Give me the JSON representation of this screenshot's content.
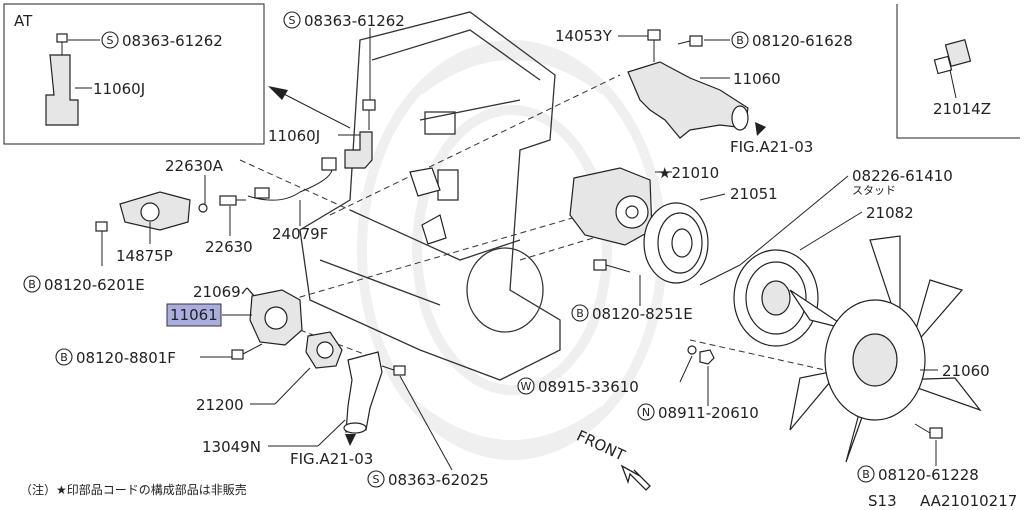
{
  "inset_left": {
    "title": "AT",
    "bolt_label": "08363-61262",
    "bolt_prefix": "S",
    "bracket_label": "11060J"
  },
  "inset_right": {
    "sensor_label": "21014Z"
  },
  "labels": {
    "top_bolt": "08363-61262",
    "top_bolt_prefix": "S",
    "bracket": "11060J",
    "p14053y": "14053Y",
    "top_right_bolt": "08120-61628",
    "top_right_bolt_prefix": "B",
    "water_outlet": "11060",
    "fig_ref_top": "FIG.A21-03",
    "p22630a": "22630A",
    "p22630": "22630",
    "harness": "24079F",
    "p14875p": "14875P",
    "bolt_6201e": "08120-6201E",
    "bolt_6201e_prefix": "B",
    "pump_star": "★21010",
    "pulley": "21051",
    "stud": "08226-61410",
    "stud_jp": "スタッド",
    "fan_clutch": "21082",
    "p21069": "21069へ",
    "highlight_part": "11061",
    "bolt_8801f": "08120-8801F",
    "bolt_8801f_prefix": "B",
    "bolt_8251e": "08120-8251E",
    "bolt_8251e_prefix": "B",
    "thermostat": "21200",
    "washer": "08915-33610",
    "washer_prefix": "W",
    "nut": "08911-20610",
    "nut_prefix": "N",
    "fan": "21060",
    "hose": "13049N",
    "fig_ref_bottom": "FIG.A21-03",
    "bolt_62025": "08363-62025",
    "bolt_62025_prefix": "S",
    "fan_bolt": "08120-61228",
    "fan_bolt_prefix": "B",
    "front": "FRONT"
  },
  "footer": {
    "note": "（注）★印部品コードの構成部品は非販売",
    "page": "S13",
    "code": "AA21010217"
  },
  "colors": {
    "highlight": "#a9aede",
    "line": "#222222"
  }
}
